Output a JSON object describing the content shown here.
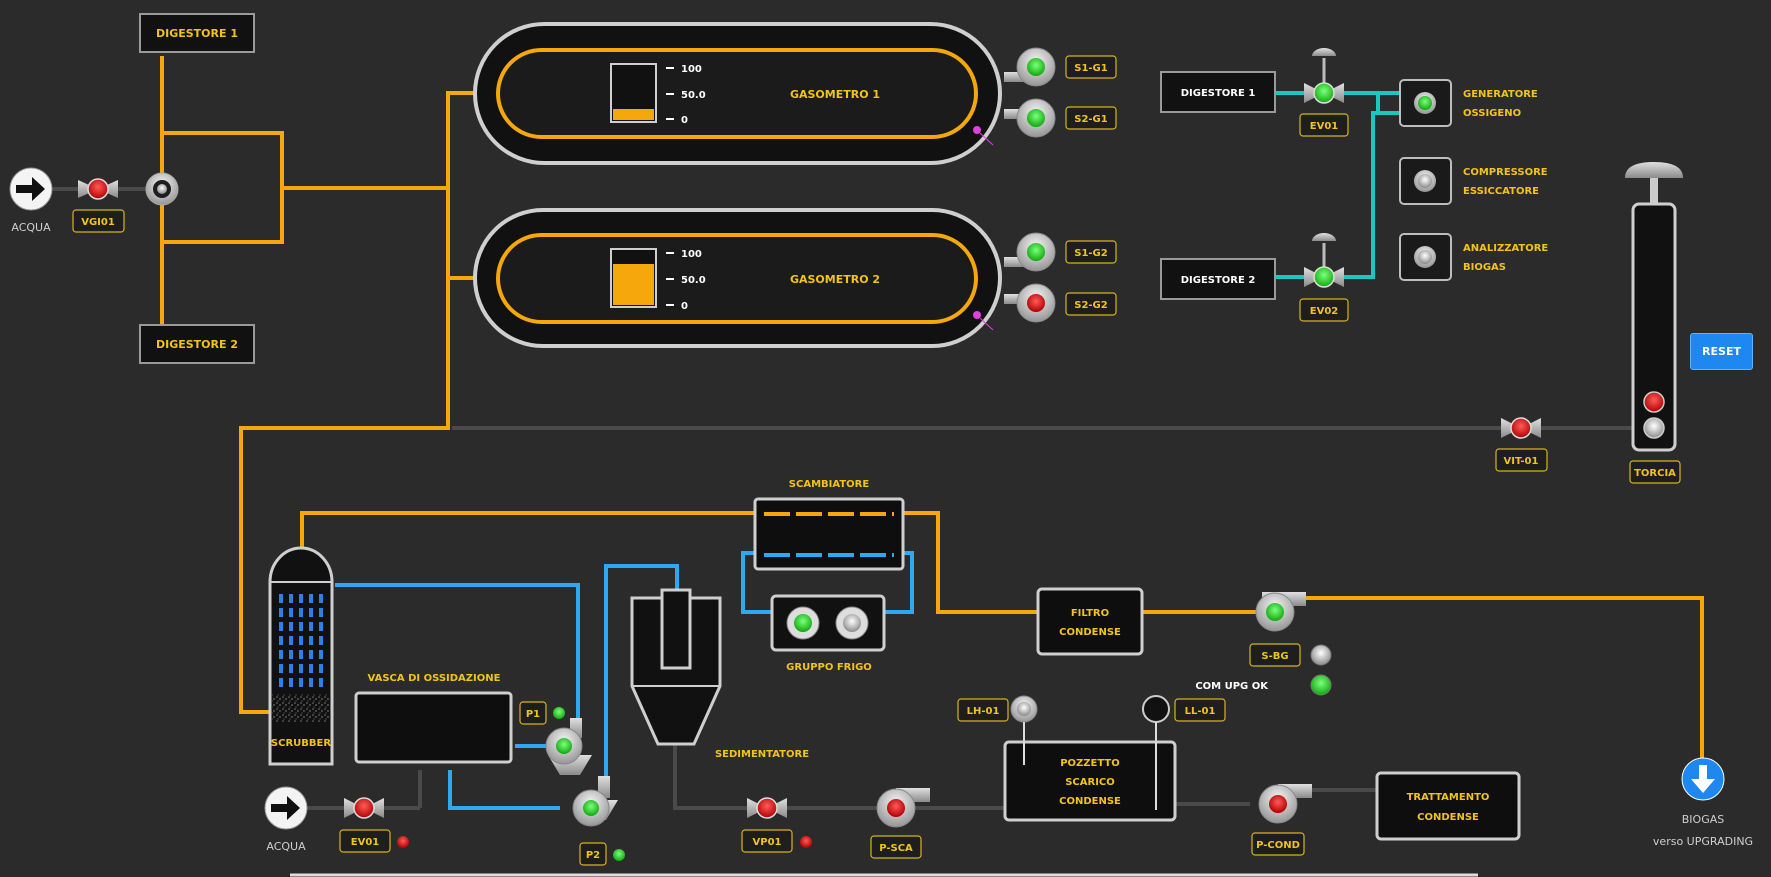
{
  "screen": {
    "title": "Impianto Biogas - Sinottico"
  },
  "colors": {
    "background": "#2b2b2b",
    "gas_pipe": "#f5a70c",
    "water_pipe": "#2ea8f0",
    "oxygen_pipe": "#18c9c0",
    "idle_pipe": "#4a4a4a",
    "label_yellow": "#f2c318",
    "status_ok": "#22cc22",
    "status_alarm": "#dd1111",
    "status_off": "#bdbdbd",
    "reset_blue": "#1e88f0"
  },
  "inputs": {
    "water_in_top": "ACQUA",
    "water_in_bottom": "ACQUA"
  },
  "digesters": {
    "d1": "DIGESTORE 1",
    "d2": "DIGESTORE 2"
  },
  "valves": {
    "vgi01": {
      "label": "VGI01",
      "state": "alarm"
    },
    "ev01_top": {
      "label": "EV01",
      "state": "ok"
    },
    "ev02": {
      "label": "EV02",
      "state": "ok"
    },
    "vit01": {
      "label": "VIT-01",
      "state": "alarm"
    },
    "ev01_bottom": {
      "label": "EV01",
      "state": "alarm"
    },
    "vp01": {
      "label": "VP01",
      "state": "alarm"
    }
  },
  "gasometers": [
    {
      "name": "GASOMETRO 1",
      "scale_max": "100",
      "scale_mid": "50.0",
      "scale_min": "0",
      "level_pct": 20,
      "sensors": [
        {
          "label": "S1-G1",
          "state": "ok"
        },
        {
          "label": "S2-G1",
          "state": "ok"
        }
      ]
    },
    {
      "name": "GASOMETRO 2",
      "scale_max": "100",
      "scale_mid": "50.0",
      "scale_min": "0",
      "level_pct": 75,
      "sensors": [
        {
          "label": "S1-G2",
          "state": "ok"
        },
        {
          "label": "S2-G2",
          "state": "alarm"
        }
      ]
    }
  ],
  "oxygen_panel": {
    "digester1": "DIGESTORE 1",
    "digester2": "DIGESTORE 2",
    "generator": {
      "line1": "GENERATORE",
      "line2": "OSSIGENO",
      "state": "ok"
    },
    "compressor": {
      "line1": "COMPRESSORE",
      "line2": "ESSICCATORE",
      "state": "off"
    },
    "analyzer": {
      "line1": "ANALIZZATORE",
      "line2": "BIOGAS",
      "state": "off"
    }
  },
  "torch": {
    "label": "TORCIA",
    "lamp_top": "alarm",
    "lamp_bottom": "off"
  },
  "reset_button": "RESET",
  "scrubber": {
    "label": "SCRUBBER"
  },
  "oxidation_tank": {
    "label": "VASCA DI OSSIDAZIONE"
  },
  "pumps": {
    "p1": {
      "label": "P1",
      "state": "ok"
    },
    "p2": {
      "label": "P2",
      "state": "ok"
    },
    "p_sca": {
      "label": "P-SCA",
      "state": "alarm"
    },
    "p_cond": {
      "label": "P-COND",
      "state": "alarm"
    },
    "s_bg": {
      "label": "S-BG",
      "state": "ok"
    }
  },
  "heat_exchanger": {
    "label": "SCAMBIATORE"
  },
  "chiller": {
    "label": "GRUPPO FRIGO"
  },
  "settler": {
    "label": "SEDIMENTATORE"
  },
  "condensate_filter": {
    "line1": "FILTRO",
    "line2": "CONDENSE"
  },
  "upg": {
    "label": "COM UPG OK",
    "s_bg_lamp": "off",
    "state": "ok"
  },
  "level_sensors": {
    "lh01": {
      "label": "LH-01",
      "state": "off"
    },
    "ll01": {
      "label": "LL-01",
      "state": "empty"
    }
  },
  "pit": {
    "line1": "POZZETTO",
    "line2": "SCARICO",
    "line3": "CONDENSE"
  },
  "treatment": {
    "line1": "TRATTAMENTO",
    "line2": "CONDENSE"
  },
  "biogas_out": {
    "line1": "BIOGAS",
    "line2": "verso UPGRADING"
  }
}
